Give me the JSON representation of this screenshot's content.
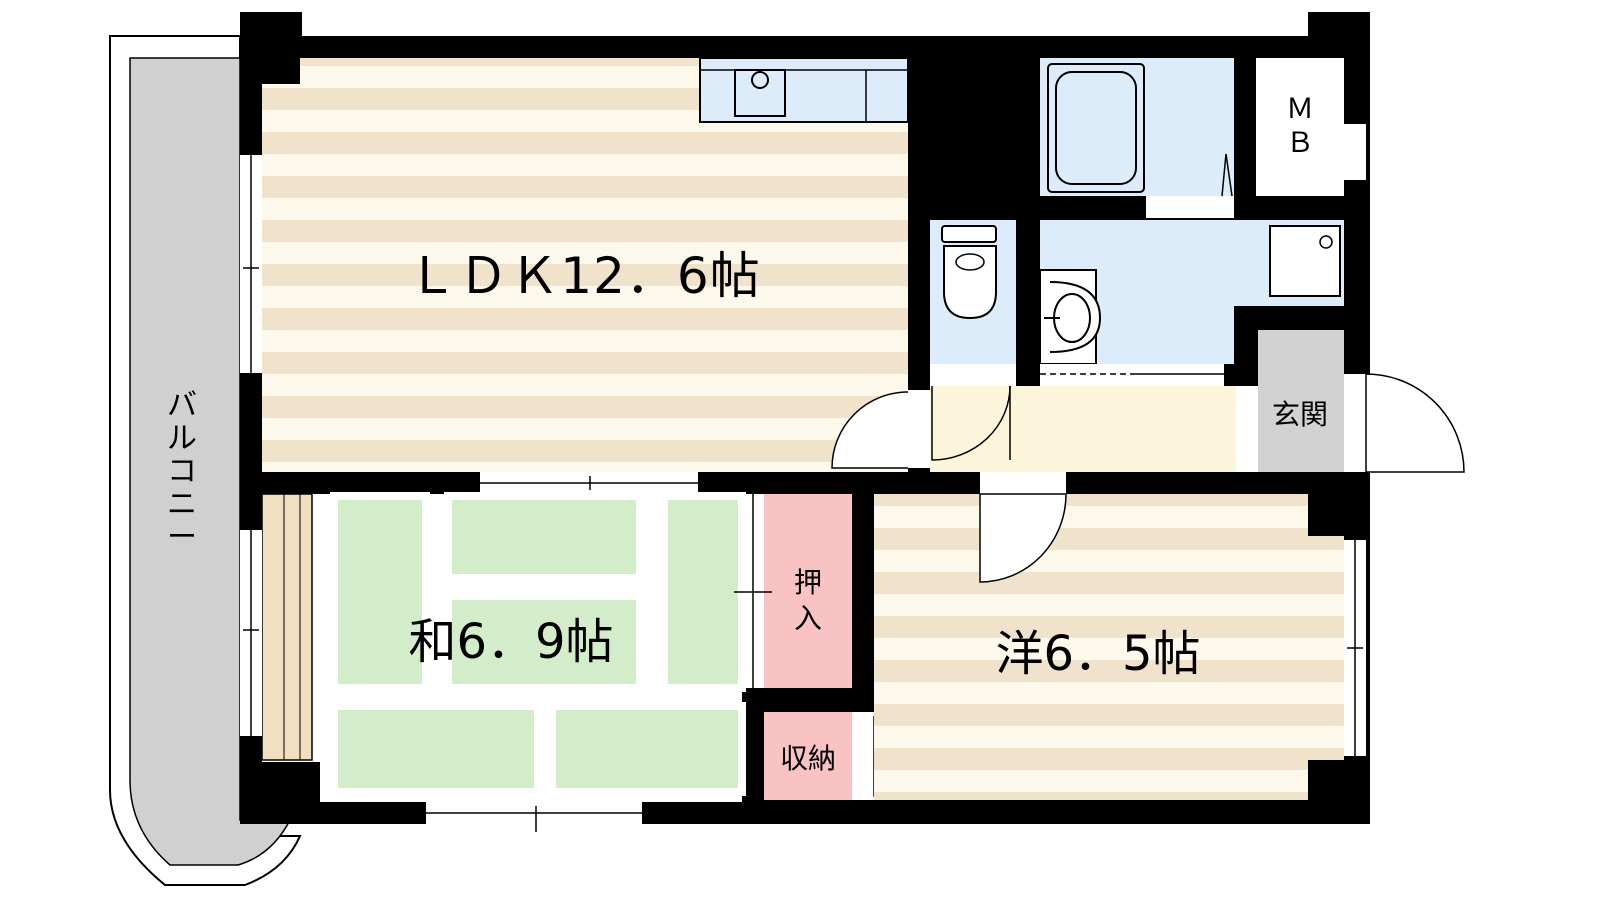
{
  "rooms": {
    "ldk": {
      "label": "ＬＤＫ12．6帖"
    },
    "washitsu": {
      "label": "和6．9帖"
    },
    "youshitsu": {
      "label": "洋6．5帖"
    }
  },
  "labels": {
    "balcony": [
      "バ",
      "ル",
      "コ",
      "ニ",
      "ー"
    ],
    "mb": [
      "Ｍ",
      "Ｂ"
    ],
    "oshiire": [
      "押",
      "入"
    ],
    "shuno": "収納",
    "genkan": "玄関"
  },
  "colors": {
    "wall": "#000000",
    "floor_stripe_a": "#f1e3cb",
    "floor_stripe_b": "#fdf8ec",
    "tatami": "#d3ecca",
    "wet_area": "#dcecfb",
    "closet": "#f9c3c3",
    "balcony": "#d0d0d0",
    "entrance_floor": "#fdf4dc",
    "genkan": "#d2d2d2",
    "tokonoma": "#f2dfc2"
  }
}
